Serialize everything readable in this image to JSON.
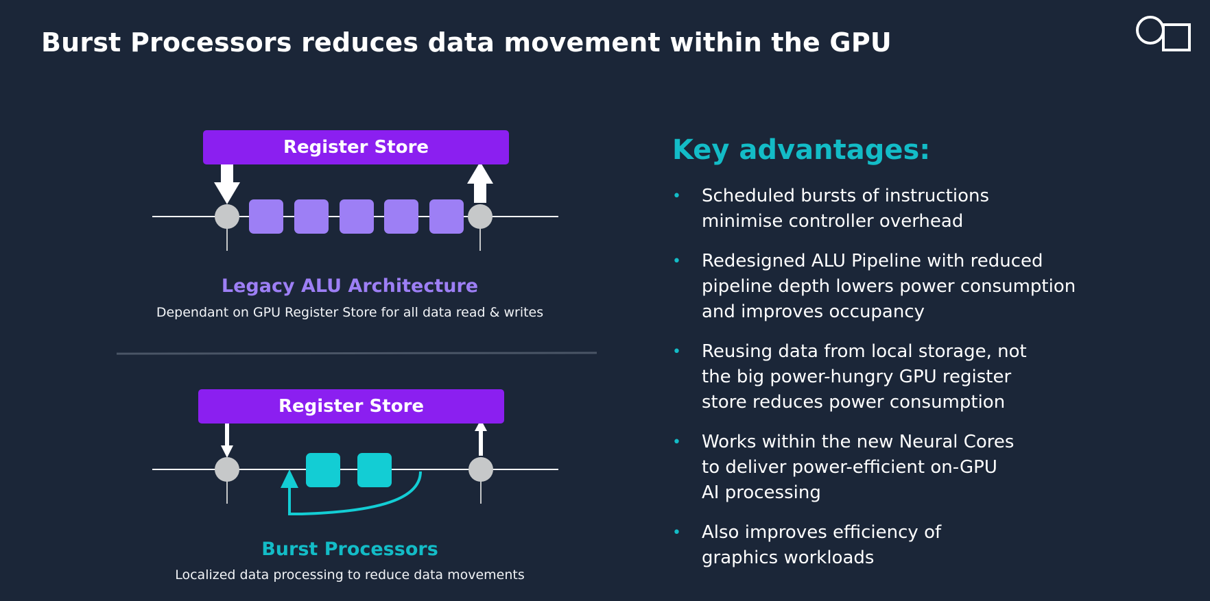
{
  "slide": {
    "title": "Burst Processors reduces data movement within the GPU"
  },
  "brand": {
    "logo_icon": "circle-square-logo-icon"
  },
  "colors": {
    "background": "#1b2638",
    "register_store": "#8b1ff0",
    "legacy_alu_block": "#9d7ff5",
    "burst_block": "#13cdd4",
    "accent_teal": "#13bcc7",
    "legacy_title": "#9d7ff5",
    "node_gray": "#c6c8c9"
  },
  "legacy": {
    "register_store_label": "Register Store",
    "title": "Legacy ALU Architecture",
    "subtitle": "Dependant on GPU Register Store for all data read & writes"
  },
  "burst": {
    "register_store_label": "Register Store",
    "title": "Burst Processors",
    "subtitle": "Localized data processing to reduce data movements"
  },
  "advantages": {
    "heading": "Key advantages:",
    "bullet_symbol": "•",
    "items": [
      {
        "lines": [
          "Scheduled bursts of instructions",
          "minimise controller overhead"
        ]
      },
      {
        "lines": [
          "Redesigned ALU Pipeline with reduced",
          "pipeline depth lowers power consumption",
          "and improves occupancy"
        ]
      },
      {
        "lines": [
          "Reusing data from local storage, not",
          "the big power-hungry GPU register",
          "store reduces power consumption"
        ]
      },
      {
        "lines": [
          "Works within the new Neural Cores",
          "to deliver power-efficient on-GPU",
          "AI processing"
        ]
      },
      {
        "lines": [
          "Also improves efficiency of",
          "graphics workloads"
        ]
      }
    ]
  }
}
